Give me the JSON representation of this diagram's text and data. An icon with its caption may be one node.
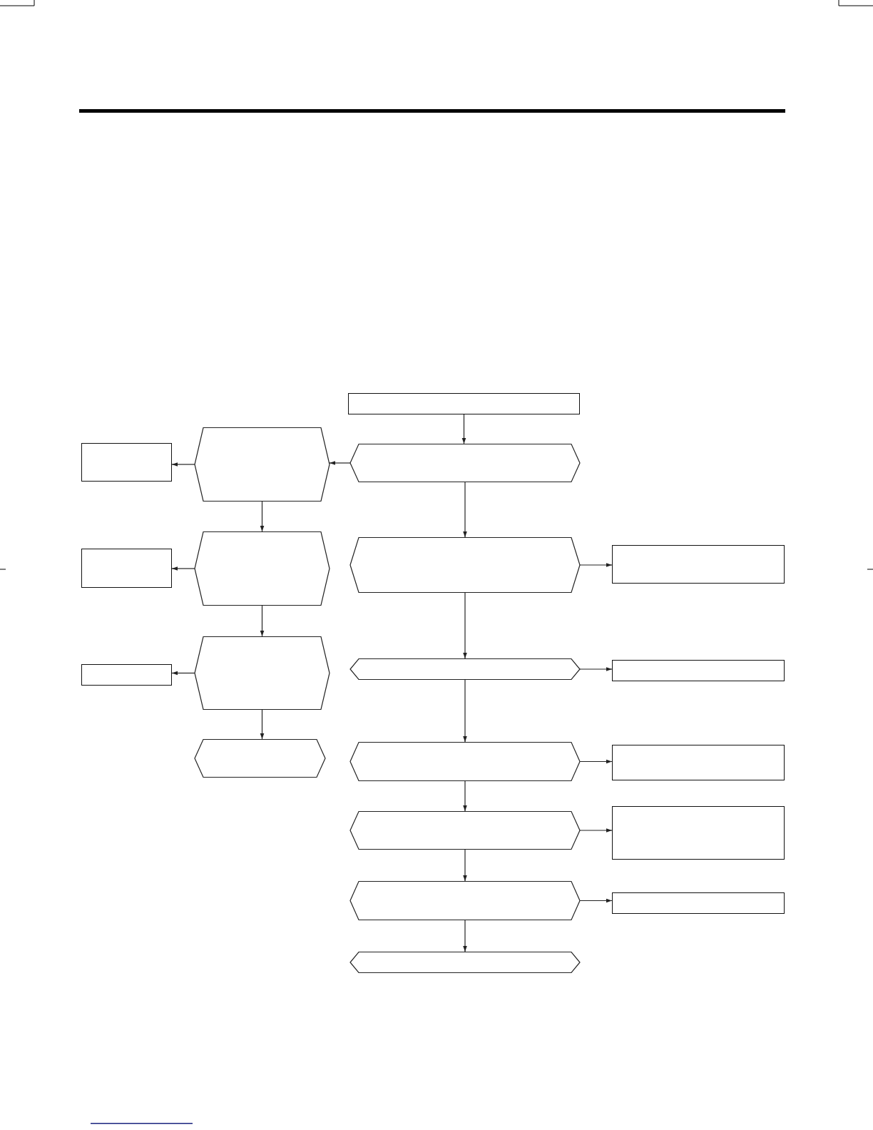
{
  "diagram": {
    "nodes": [
      {
        "text": [],
        "shape": "box"
      },
      {
        "text": [],
        "shape": "hexagon"
      },
      {
        "text": [],
        "shape": "box"
      },
      {
        "text": [],
        "shape": "hexagon"
      },
      {
        "text": [],
        "shape": "hexagon"
      },
      {
        "text": [],
        "shape": "hexagon"
      },
      {
        "text": [],
        "shape": "box"
      },
      {
        "text": [],
        "shape": "box"
      },
      {
        "text": [],
        "shape": "hexagon"
      },
      {
        "text": [],
        "shape": "hexagon"
      },
      {
        "text": [],
        "shape": "box"
      },
      {
        "text": [],
        "shape": "box"
      },
      {
        "text": [],
        "shape": "hexagon"
      },
      {
        "text": [],
        "shape": "hexagon"
      },
      {
        "text": [],
        "shape": "box"
      },
      {
        "text": [],
        "shape": "box"
      },
      {
        "text": [],
        "shape": "hexagon"
      },
      {
        "text": [],
        "shape": "hexagon"
      },
      {
        "text": [],
        "shape": "box"
      },
      {
        "text": [],
        "shape": "hexagon"
      }
    ],
    "edges": [
      {
        "from": 0,
        "to": 3,
        "arrow": "to"
      },
      {
        "from": 3,
        "to": 1,
        "arrow": "to"
      },
      {
        "from": 1,
        "to": 2,
        "arrow": "to"
      },
      {
        "from": 1,
        "to": 4,
        "arrow": "to"
      },
      {
        "from": 4,
        "to": 7,
        "arrow": "to"
      },
      {
        "from": 4,
        "to": 8,
        "arrow": "to"
      },
      {
        "from": 8,
        "to": 11,
        "arrow": "to"
      },
      {
        "from": 8,
        "to": 12,
        "arrow": "to"
      },
      {
        "from": 3,
        "to": 5,
        "arrow": "to"
      },
      {
        "from": 5,
        "to": 6,
        "arrow": "to"
      },
      {
        "from": 5,
        "to": 9,
        "arrow": "to"
      },
      {
        "from": 9,
        "to": 10,
        "arrow": "to"
      },
      {
        "from": 9,
        "to": 13,
        "arrow": "to"
      },
      {
        "from": 13,
        "to": 14,
        "arrow": "to"
      },
      {
        "from": 13,
        "to": 16,
        "arrow": "to"
      },
      {
        "from": 16,
        "to": 15,
        "arrow": "to"
      },
      {
        "from": 16,
        "to": 17,
        "arrow": "to"
      },
      {
        "from": 17,
        "to": 18,
        "arrow": "to"
      },
      {
        "from": 17,
        "to": 19,
        "arrow": "to"
      }
    ]
  }
}
